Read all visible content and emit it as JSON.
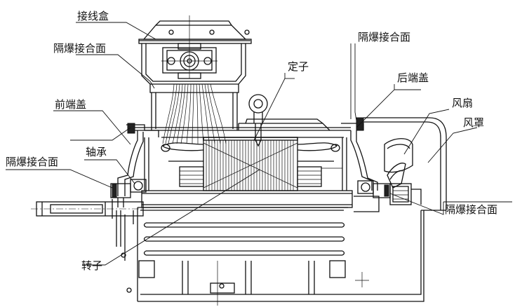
{
  "labels": {
    "junction_box": "接线盒",
    "flameproof_joint_top_left": "隔爆接合面",
    "front_end_cover": "前端盖",
    "flameproof_joint_left": "隔爆接合面",
    "bearing": "轴承",
    "stator": "定子",
    "flameproof_joint_top_right": "隔爆接合面",
    "rear_end_cover": "后端盖",
    "fan": "风扇",
    "fan_cover": "风罩",
    "flameproof_joint_bottom_right": "隔爆接合面",
    "rotor": "转子"
  }
}
